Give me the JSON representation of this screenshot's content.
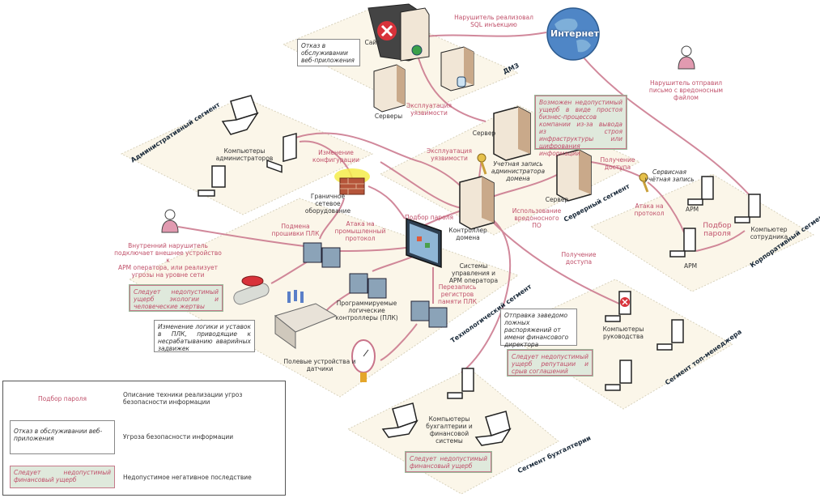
{
  "title": "Схема угроз безопасности информации",
  "segments": {
    "dmz": "ДМЗ",
    "admin": "Административный сегмент",
    "server": "Серверный сегмент",
    "corporate": "Корпоративный сегмент",
    "tech": "Технологический сегмент",
    "topmgr": "Сегмент топ-менеджера",
    "accounting": "Сегмент бухгалтерии"
  },
  "nodes": {
    "internet": "Интернет",
    "site": "Сайт",
    "servers": "Серверы",
    "server_top": "Сервер",
    "server_right": "Сервер",
    "admin_pcs": "Компьютеры\nадминистраторов",
    "border_equipment": "Граничное\nсетевое\nоборудование",
    "domain_controller": "Контроллер\nдомена",
    "domain_admin_account": "Учетная запись\nадминистратора\nдомена",
    "service_account": "Сервисная\nучётная запись",
    "arm_top": "АРМ",
    "arm_bottom": "АРМ",
    "employee_pc": "Компьютер\nсотрудника",
    "scada": "Системы\nуправления и\nАРМ оператора",
    "plc": "Программируемые\nлогические\nконтроллеры (ПЛК)",
    "field_devices": "Полевые устройства и\nдатчики",
    "mgmt_pcs": "Компьютеры\nруководства",
    "accounting_pcs": "Компьютеры\nбухгалтерии и\nфинансовой\nсистемы"
  },
  "techniques": {
    "sql_injection": "Нарушитель реализовал\nSQL инъекцию",
    "exploit_1": "Эксплуатация\nуязвимости",
    "exploit_2": "Эксплуатация\nуязвимости",
    "malicious_email": "Нарушитель отправил\nписьмо с вредоносным\nфайлом",
    "config_change": "Изменение\nконфигурации",
    "access_1": "Получение\nдоступа",
    "access_2": "Получение\nдоступа",
    "malware_use": "Использование\nвредоносного\nПО",
    "protocol_attack": "Атака на\nпротокол",
    "password_guess_corp": "Подбор\nпароля",
    "password_guess_tech": "Подбор пароля",
    "firmware_swap": "Подмена\nпрошивки ПЛК",
    "industrial_protocol_attack": "Атака на\nпромышленный\nпротокол",
    "plc_register_overwrite": "Перезапись\nрегистров\nпамяти ПЛК",
    "insider": "Внутренний нарушитель\nподключает внешнее устройство к\nАРМ оператора, или реализует\nугрозы на уровне сети"
  },
  "threats": {
    "web_dos": "Отказ в\nобслуживании\nвеб-приложения",
    "plc_logic": "Изменение логики и уставок в ПЛК, приводящие к несрабатыванию аварийных задвижек",
    "false_orders": "Отправка заведомо ложных распоряжений от имени финансового директора"
  },
  "consequences": {
    "business_process": "Возможен недопустимый ущерб в виде простоя бизнес-процессов компании из-за вывода из строя инфраструктуры или шифрования информации",
    "ecology": "Следует недопустимый ущерб экологии и человеческие жертвы",
    "reputation": "Следует недопустимый ущерб репутации и срыв соглашений",
    "financial": "Следует недопустимый финансовый ущерб"
  },
  "legend": {
    "technique_sample": "Подбор пароля",
    "technique_desc": "Описание техники реализации угроз безопасности информации",
    "threat_sample": "Отказ в обслуживании веб-приложения",
    "threat_desc": "Угроза безопасности информации",
    "consequence_sample": "Следует недопустимый финансовый ущерб",
    "consequence_desc": "Недопустимое негативное последствие"
  },
  "colors": {
    "attack_path": "#c9748a",
    "segment_fill": "#fbf6e9",
    "consequence_fill": "#dfe9dc",
    "technique_text": "#c0506a"
  }
}
